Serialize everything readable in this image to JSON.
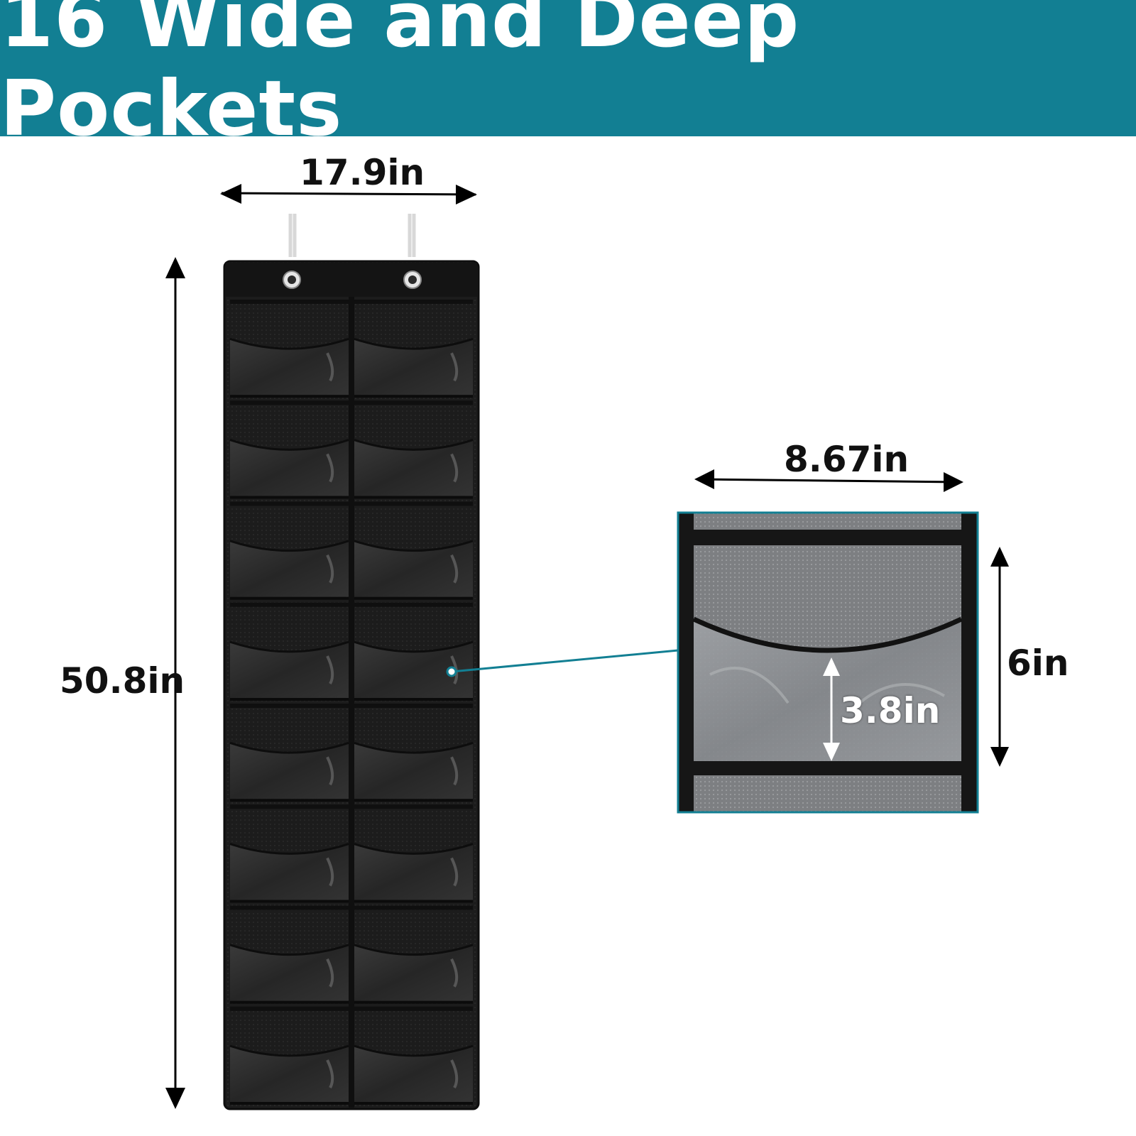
{
  "banner": {
    "title": "16 Wide and Deep Pockets",
    "background_color": "#127f93"
  },
  "organizer": {
    "color": "#1e1e1e",
    "columns": 2,
    "rows": 8,
    "pocket_count": 16
  },
  "dimensions": {
    "total_width": "17.9in",
    "total_height": "50.8in",
    "pocket_width": "8.67in",
    "pocket_height": "6in",
    "pocket_depth": "3.8in"
  },
  "callout": {
    "line_color": "#127f93",
    "frame_color": "#127f93"
  }
}
